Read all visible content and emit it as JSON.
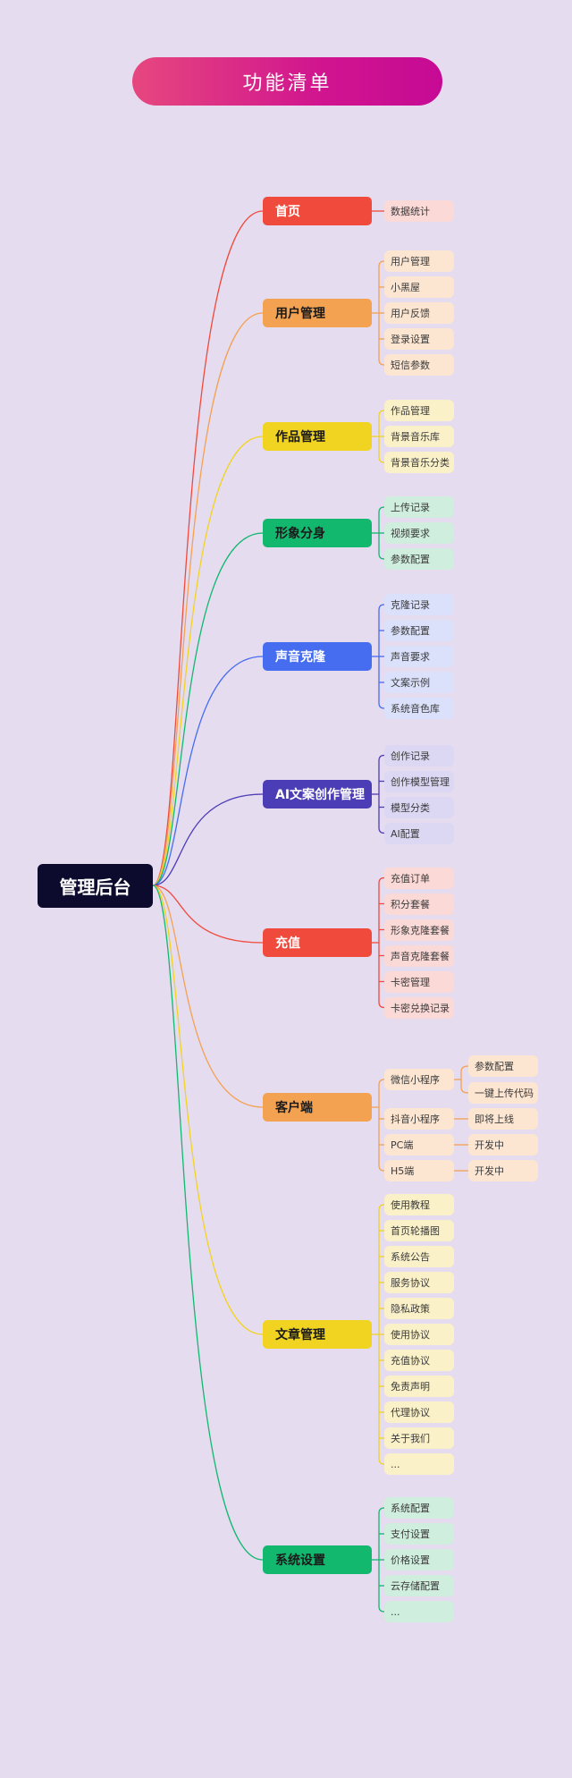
{
  "title": "功能清单",
  "root": {
    "label": "管理后台"
  },
  "branches": [
    {
      "label": "首页",
      "color": "#ef4a3c",
      "text": "#ffffff",
      "leaf_bg": "#fbd9d7",
      "items": [
        {
          "label": "数据统计"
        }
      ]
    },
    {
      "label": "用户管理",
      "color": "#f3a251",
      "text": "#1a1a1a",
      "leaf_bg": "#fce6d2",
      "items": [
        {
          "label": "用户管理"
        },
        {
          "label": "小黑屋"
        },
        {
          "label": "用户反馈"
        },
        {
          "label": "登录设置"
        },
        {
          "label": "短信参数"
        }
      ]
    },
    {
      "label": "作品管理",
      "color": "#f1d321",
      "text": "#1a1a1a",
      "leaf_bg": "#fbf1c9",
      "items": [
        {
          "label": "作品管理"
        },
        {
          "label": "背景音乐库"
        },
        {
          "label": "背景音乐分类"
        }
      ]
    },
    {
      "label": "形象分身",
      "color": "#13b86f",
      "text": "#1a1a1a",
      "leaf_bg": "#cfeedd",
      "items": [
        {
          "label": "上传记录"
        },
        {
          "label": "视频要求"
        },
        {
          "label": "参数配置"
        }
      ]
    },
    {
      "label": "声音克隆",
      "color": "#466cf0",
      "text": "#ffffff",
      "leaf_bg": "#dbe0fb",
      "items": [
        {
          "label": "克隆记录"
        },
        {
          "label": "参数配置"
        },
        {
          "label": "声音要求"
        },
        {
          "label": "文案示例"
        },
        {
          "label": "系统音色库"
        }
      ]
    },
    {
      "label": "AI文案创作管理",
      "color": "#4b3db5",
      "text": "#ffffff",
      "leaf_bg": "#dcd7f2",
      "items": [
        {
          "label": "创作记录"
        },
        {
          "label": "创作模型管理"
        },
        {
          "label": "模型分类"
        },
        {
          "label": "AI配置"
        }
      ]
    },
    {
      "label": "充值",
      "color": "#ef4a3c",
      "text": "#ffffff",
      "leaf_bg": "#fbd9d7",
      "items": [
        {
          "label": "充值订单"
        },
        {
          "label": "积分套餐"
        },
        {
          "label": "形象克隆套餐"
        },
        {
          "label": "声音克隆套餐"
        },
        {
          "label": "卡密管理"
        },
        {
          "label": "卡密兑换记录"
        }
      ]
    },
    {
      "label": "客户端",
      "color": "#f3a251",
      "text": "#1a1a1a",
      "leaf_bg": "#fce6d2",
      "items": [
        {
          "label": "微信小程序",
          "children": [
            {
              "label": "参数配置"
            },
            {
              "label": "一键上传代码"
            }
          ]
        },
        {
          "label": "抖音小程序",
          "children": [
            {
              "label": "即将上线"
            }
          ]
        },
        {
          "label": "PC端",
          "children": [
            {
              "label": "开发中"
            }
          ]
        },
        {
          "label": "H5端",
          "children": [
            {
              "label": "开发中"
            }
          ]
        }
      ]
    },
    {
      "label": "文章管理",
      "color": "#f1d321",
      "text": "#1a1a1a",
      "leaf_bg": "#fbf1c9",
      "items": [
        {
          "label": "使用教程"
        },
        {
          "label": "首页轮播图"
        },
        {
          "label": "系统公告"
        },
        {
          "label": "服务协议"
        },
        {
          "label": "隐私政策"
        },
        {
          "label": "使用协议"
        },
        {
          "label": "充值协议"
        },
        {
          "label": "免责声明"
        },
        {
          "label": "代理协议"
        },
        {
          "label": "关于我们"
        },
        {
          "label": "..."
        }
      ]
    },
    {
      "label": "系统设置",
      "color": "#13b86f",
      "text": "#1a1a1a",
      "leaf_bg": "#cfeedd",
      "items": [
        {
          "label": "系统配置"
        },
        {
          "label": "支付设置"
        },
        {
          "label": "价格设置"
        },
        {
          "label": "云存储配置"
        },
        {
          "label": "..."
        }
      ]
    }
  ]
}
